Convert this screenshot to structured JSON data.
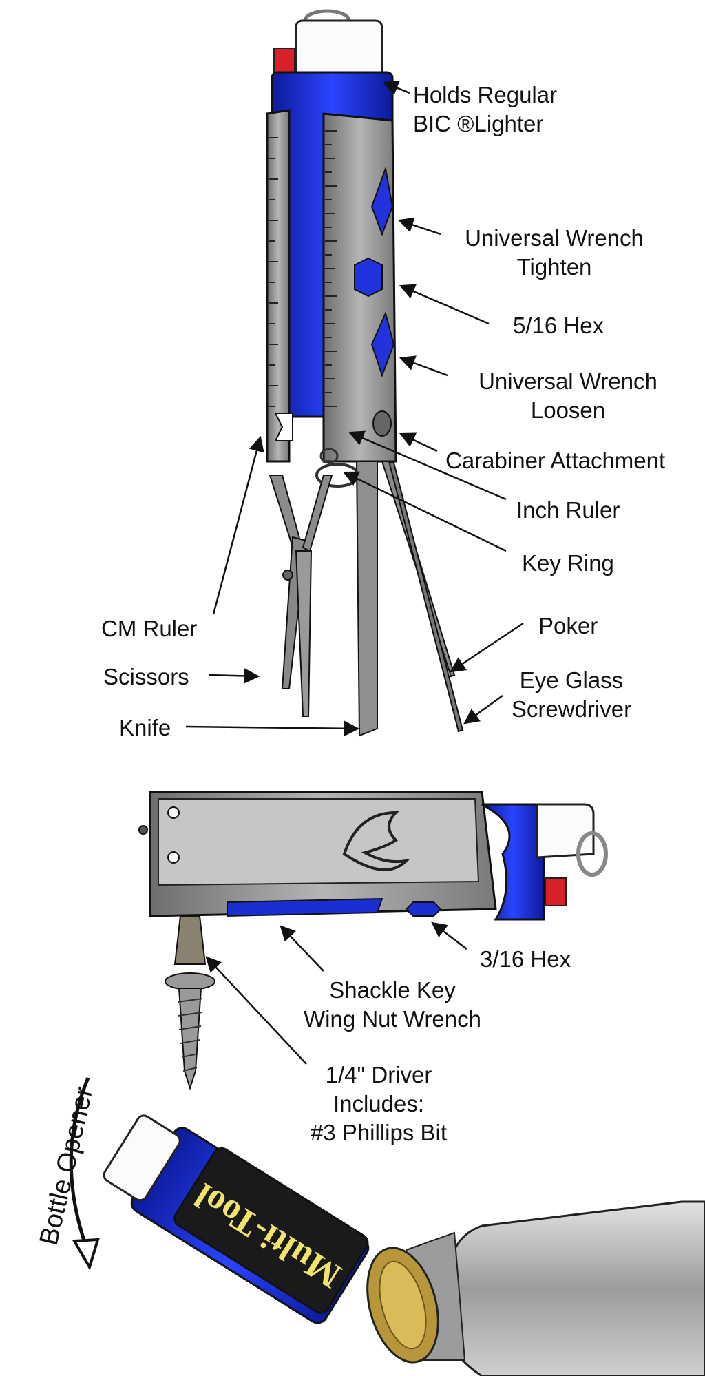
{
  "labels": {
    "lighter": [
      "Holds Regular",
      "BIC ®Lighter"
    ],
    "wrench_tighten": [
      "Universal Wrench",
      "Tighten"
    ],
    "hex_5_16": "5/16 Hex",
    "wrench_loosen": [
      "Universal Wrench",
      "Loosen"
    ],
    "carabiner": "Carabiner Attachment",
    "inch_ruler": "Inch Ruler",
    "key_ring": "Key Ring",
    "cm_ruler": "CM Ruler",
    "poker": "Poker",
    "scissors": "Scissors",
    "eyeglass": [
      "Eye Glass",
      "Screwdriver"
    ],
    "knife": "Knife",
    "hex_3_16": "3/16 Hex",
    "shackle": [
      "Shackle Key",
      "Wing Nut Wrench"
    ],
    "driver": [
      "1/4\" Driver",
      "Includes:",
      "#3 Phillips Bit"
    ],
    "bottle_opener": "Bottle Opener",
    "logo": "Multi-Tool"
  },
  "colors": {
    "blue": "#1b2fd0",
    "steel": "#9a9a9a",
    "steel_dark": "#5e5e5e",
    "red": "#d8202a",
    "gold": "#b8973a",
    "logo_text": "#f0e46a"
  }
}
